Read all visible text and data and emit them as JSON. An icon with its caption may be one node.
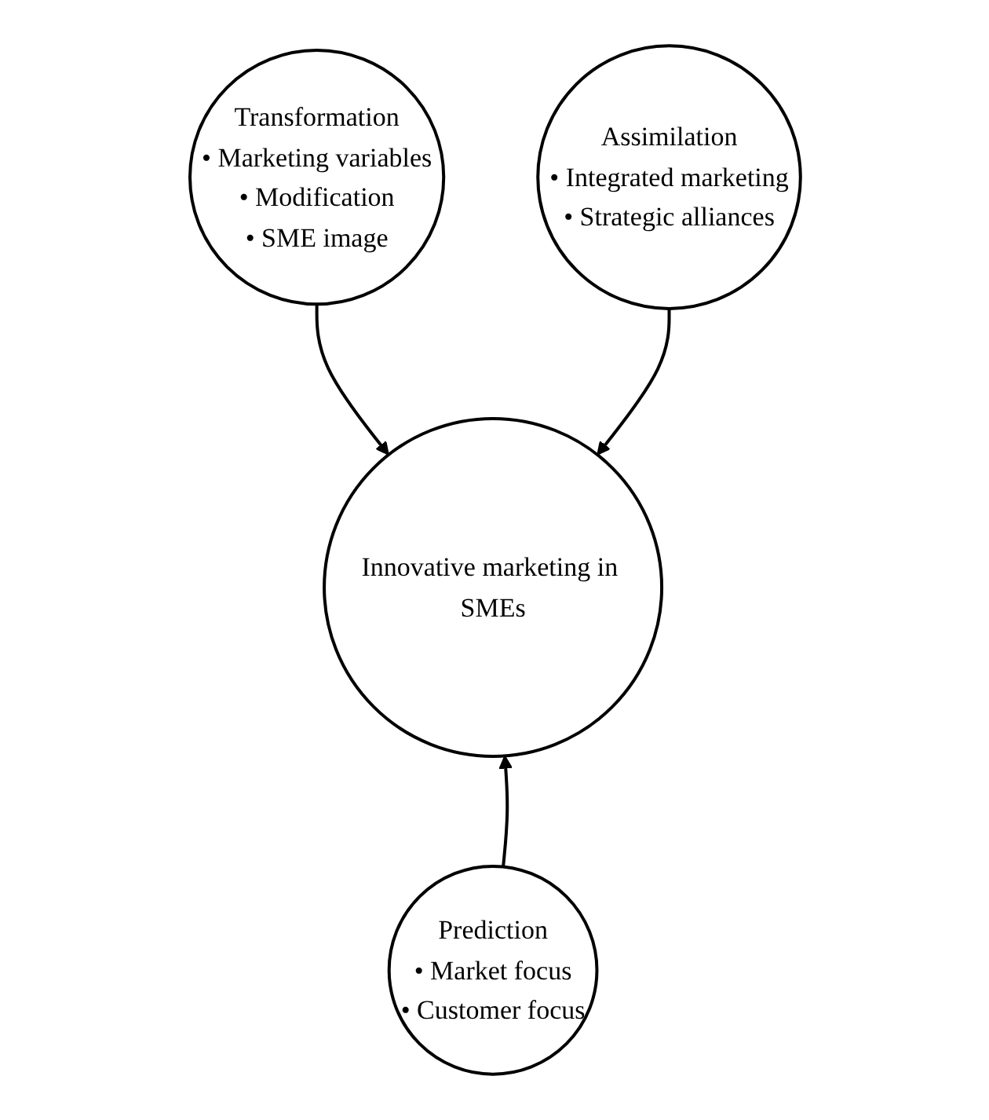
{
  "diagram": {
    "nodes": [
      {
        "text": [
          "Transformation",
          "• Marketing variables",
          "• Modification",
          "• SME image"
        ]
      },
      {
        "text": [
          "Assimilation",
          "• Integrated marketing",
          "• Strategic alliances"
        ]
      },
      {
        "text": [
          "Innovative marketing in SMEs"
        ]
      },
      {
        "text": [
          "Prediction",
          "• Market focus",
          "• Customer focus"
        ]
      }
    ],
    "edges": [
      {
        "from": 0,
        "to": 2,
        "arrow": "to"
      },
      {
        "from": 1,
        "to": 2,
        "arrow": "to"
      },
      {
        "from": 3,
        "to": 2,
        "arrow": "to"
      }
    ]
  }
}
